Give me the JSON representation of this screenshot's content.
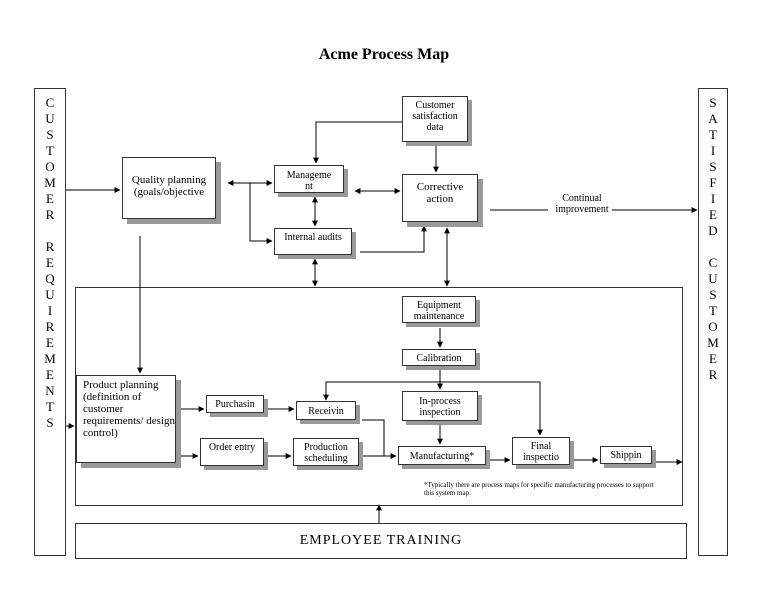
{
  "title": "Acme Process Map",
  "left_bar": "CUSTOMER REQUIREMENTS",
  "right_bar": "SATISFIED CUSTOMER",
  "boxes": {
    "customer_satisfaction": "Customer satisfaction data",
    "quality_planning": "Quality planning (goals/objective",
    "management": "Manageme nt",
    "internal_audits": "Internal audits",
    "corrective_action": "Corrective action",
    "equipment_maintenance": "Equipment maintenance",
    "calibration": "Calibration",
    "product_planning": "Product planning (definition of customer requirements/ design control)",
    "purchasing": "Purchasin",
    "receiving": "Receivin",
    "in_process_inspection": "In-process inspection",
    "order_entry": "Order entry",
    "production_scheduling": "Production scheduling",
    "manufacturing": "Manufacturing*",
    "final_inspection": "Final inspectio",
    "shipping": "Shippin"
  },
  "continual_improvement": "Continual improvement",
  "footnote": "*Typically there are process maps for specific manufacturing processes to support this system map.",
  "employee_training": "EMPLOYEE TRAINING"
}
